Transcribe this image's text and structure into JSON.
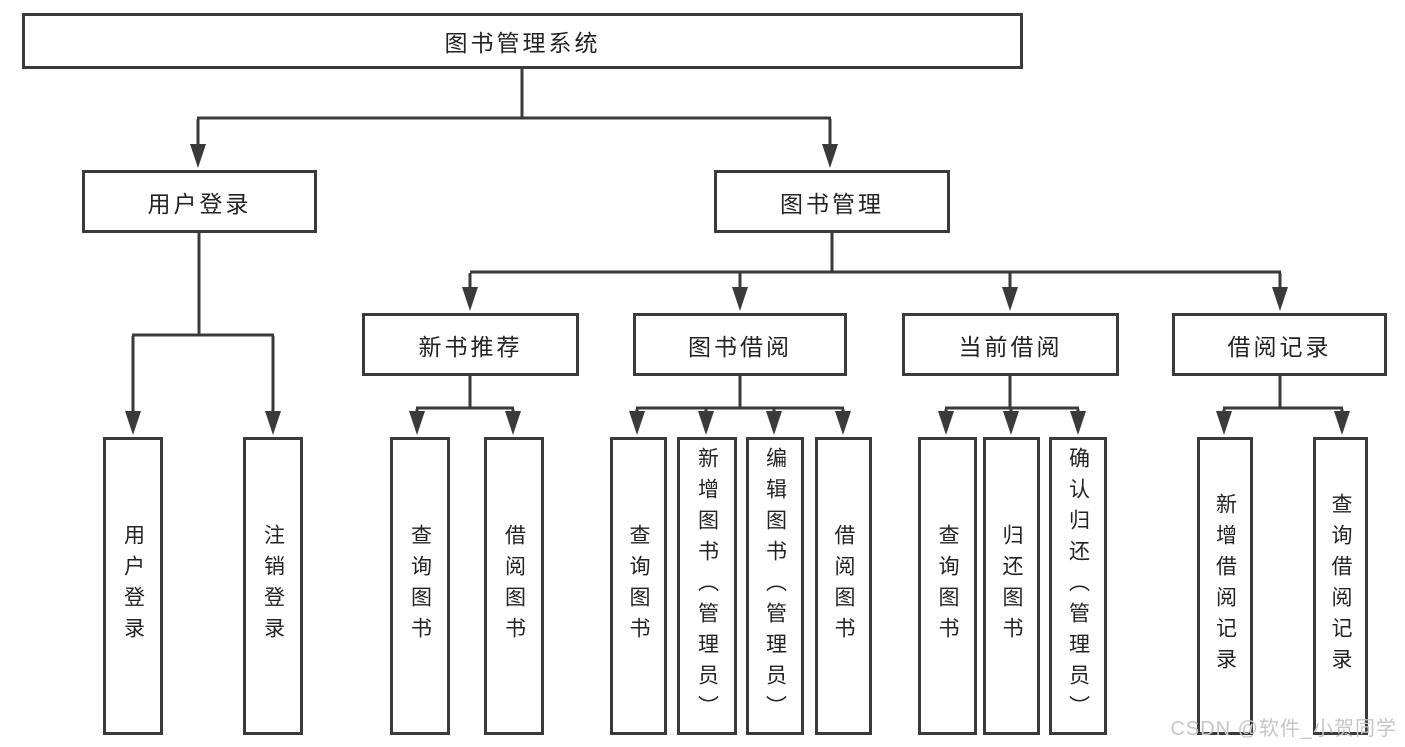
{
  "colors": {
    "line": "#3a3a3a",
    "box_border": "#3a3a3a",
    "box_background": "#ffffff",
    "text": "#232323",
    "watermark": "#c6c6c6",
    "page_background": "#ffffff"
  },
  "tree": {
    "label": "图书管理系统",
    "children": [
      {
        "label": "用户登录",
        "children": [
          {
            "label": "用户登录"
          },
          {
            "label": "注销登录"
          }
        ]
      },
      {
        "label": "图书管理",
        "children": [
          {
            "label": "新书推荐",
            "children": [
              {
                "label": "查询图书"
              },
              {
                "label": "借阅图书"
              }
            ]
          },
          {
            "label": "图书借阅",
            "children": [
              {
                "label": "查询图书"
              },
              {
                "label": "新增图书（管理员）"
              },
              {
                "label": "编辑图书（管理员）"
              },
              {
                "label": "借阅图书"
              }
            ]
          },
          {
            "label": "当前借阅",
            "children": [
              {
                "label": "查询图书"
              },
              {
                "label": "归还图书"
              },
              {
                "label": "确认归还（管理员）"
              }
            ]
          },
          {
            "label": "借阅记录",
            "children": [
              {
                "label": "新增借阅记录"
              },
              {
                "label": "查询借阅记录"
              }
            ]
          }
        ]
      }
    ]
  },
  "watermark": {
    "text": "CSDN @软件_小贺同学"
  }
}
